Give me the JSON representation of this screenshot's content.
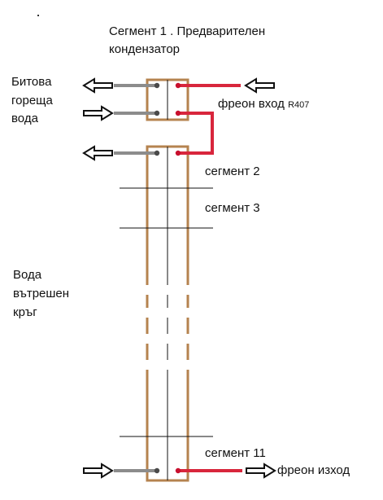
{
  "title": {
    "line1": "Сегмент 1  . Предварителен",
    "line2": "кондензатор"
  },
  "left_label_hot_water": [
    "Битова",
    "гореща",
    "вода"
  ],
  "left_label_inner_loop": [
    "Вода",
    "вътрешен",
    "кръг"
  ],
  "freon_in": {
    "text": "фреон вход",
    "refrigerant": "R407"
  },
  "freon_out": {
    "text": "фреон изход"
  },
  "segments": [
    "сегмент 2",
    "сегмент 3",
    "сегмент 11"
  ],
  "colors": {
    "frame": "#b5834f",
    "water_pipe": "#8c8c8c",
    "freon_pipe": "#d8263c",
    "port_water": "#4a4a4a",
    "port_freon": "#c8102e",
    "arrow": "#111111",
    "divider": "#111111"
  }
}
